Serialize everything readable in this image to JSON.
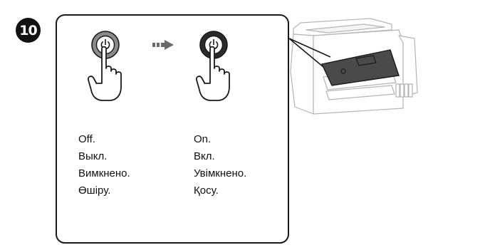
{
  "step": {
    "number": "10"
  },
  "states": {
    "off": {
      "labels": [
        "Off.",
        "Выкл.",
        "Вимкнено.",
        "Өшіру."
      ]
    },
    "on": {
      "labels": [
        "On.",
        "Вкл.",
        "Увімкнено.",
        "Қосу."
      ]
    }
  },
  "icons": {
    "power_off": "power-button-icon",
    "power_on": "power-button-icon",
    "arrow": "right-arrow-icon",
    "printer": "printer-icon"
  },
  "colors": {
    "ink": "#1a1a1a",
    "button_off_ring": "#8a8a8a",
    "button_on_ring": "#2b2b2b",
    "printer_line": "#b5b5b5",
    "panel_fill": "#4a4a4a"
  }
}
